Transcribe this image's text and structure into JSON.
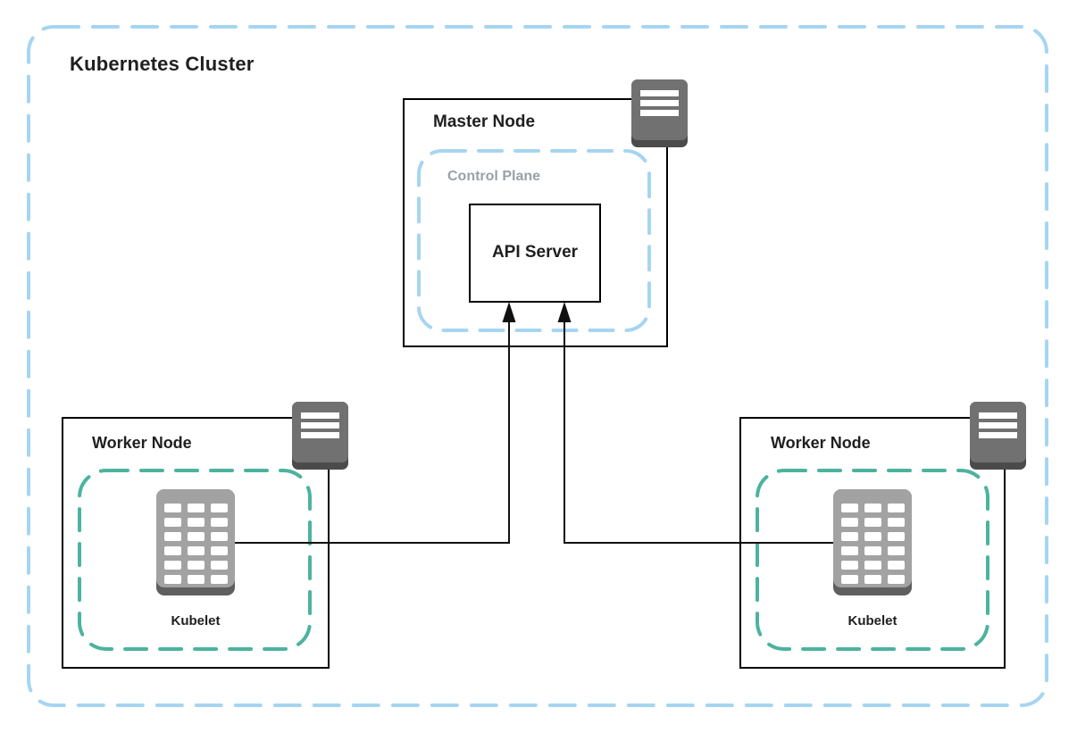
{
  "diagram": {
    "title": "Kubernetes Cluster",
    "master": {
      "title": "Master Node",
      "control_plane": {
        "label": "Control Plane",
        "api_server_label": "API Server"
      }
    },
    "workers": [
      {
        "title": "Worker Node",
        "kubelet_label": "Kubelet"
      },
      {
        "title": "Worker Node",
        "kubelet_label": "Kubelet"
      }
    ],
    "icons": [
      "server-icon-master",
      "server-icon-worker-left",
      "server-icon-worker-right",
      "kubelet-icon-left",
      "kubelet-icon-right"
    ],
    "connections": [
      {
        "from": "kubelet-left",
        "to": "api-server",
        "arrow": "into-api-server"
      },
      {
        "from": "kubelet-right",
        "to": "api-server",
        "arrow": "into-api-server"
      }
    ],
    "colors": {
      "cluster_border": "#a6d5f2",
      "control_plane_border": "#a6d5f2",
      "worker_zone_border": "#4cb39f",
      "box_border": "#000000",
      "box_fill": "#ffffff",
      "connector": "#111111",
      "server_icon_body": "#717171",
      "server_icon_base": "#4b4b4b",
      "kubelet_icon_body": "#a2a2a2",
      "kubelet_icon_base": "#5f5f5f",
      "title_text": "#1f1f1f",
      "muted_label_text": "#9aa0a6"
    }
  }
}
